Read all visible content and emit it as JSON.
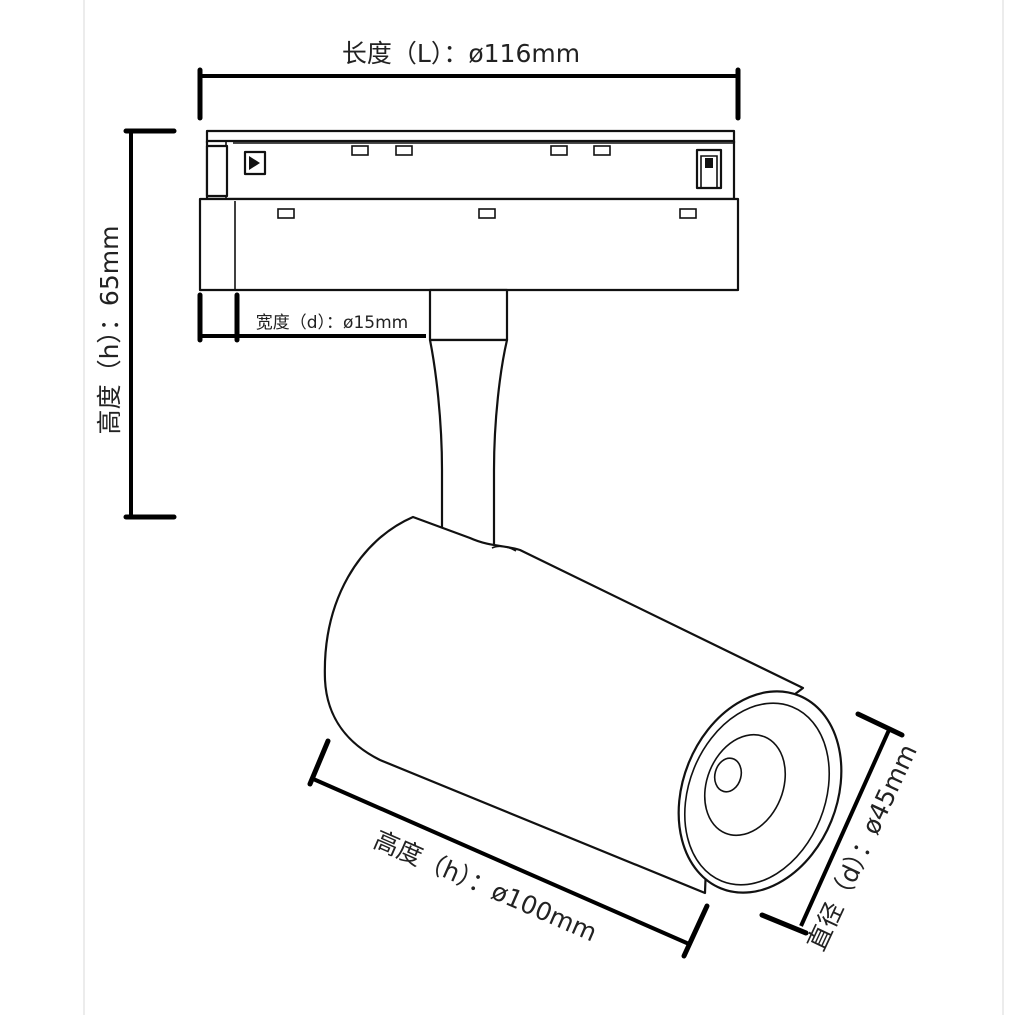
{
  "colors": {
    "ink": "#111111",
    "dimension": "#000000",
    "background": "#ffffff",
    "frame": "#d9d9d9"
  },
  "labels": {
    "length": "长度（L）：ø116mm",
    "total_height": "高度（h）：65mm",
    "width": "宽度（d）：ø15mm",
    "body_length": "高度（h）：ø100mm",
    "diameter": "直径（d）：ø45mm"
  }
}
